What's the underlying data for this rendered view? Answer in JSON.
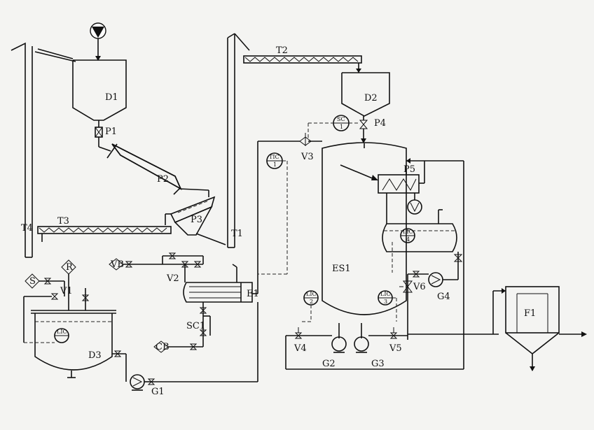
{
  "labels": {
    "D1": "D1",
    "D2": "D2",
    "D3": "D3",
    "P1": "P1",
    "P2": "P2",
    "P3": "P3",
    "P4": "P4",
    "P5": "P5",
    "T1": "T1",
    "T2": "T2",
    "T3": "T3",
    "T4": "T4",
    "ES1": "ES1",
    "E1": "E1",
    "F1": "F1",
    "V1": "V1",
    "V2": "V2",
    "V3": "V3",
    "V4": "V4",
    "V5": "V5",
    "V6": "V6",
    "G1": "G1",
    "G2": "G2",
    "G3": "G3",
    "G4": "G4",
    "SC1": "SC1"
  },
  "instruments": {
    "sc1_top": "SC",
    "sc1_bot": "1",
    "tic1_top": "TIC",
    "tic1_bot": "1",
    "lic4_top": "LIC",
    "lic4_bot": "4",
    "lic2_top": "LIC",
    "lic2_bot": "2",
    "lic3_top": "LIC",
    "lic3_bot": "3",
    "lic_d3": "LIC",
    "S": "S",
    "R": "R",
    "VB": "VB",
    "CB": "CB"
  }
}
